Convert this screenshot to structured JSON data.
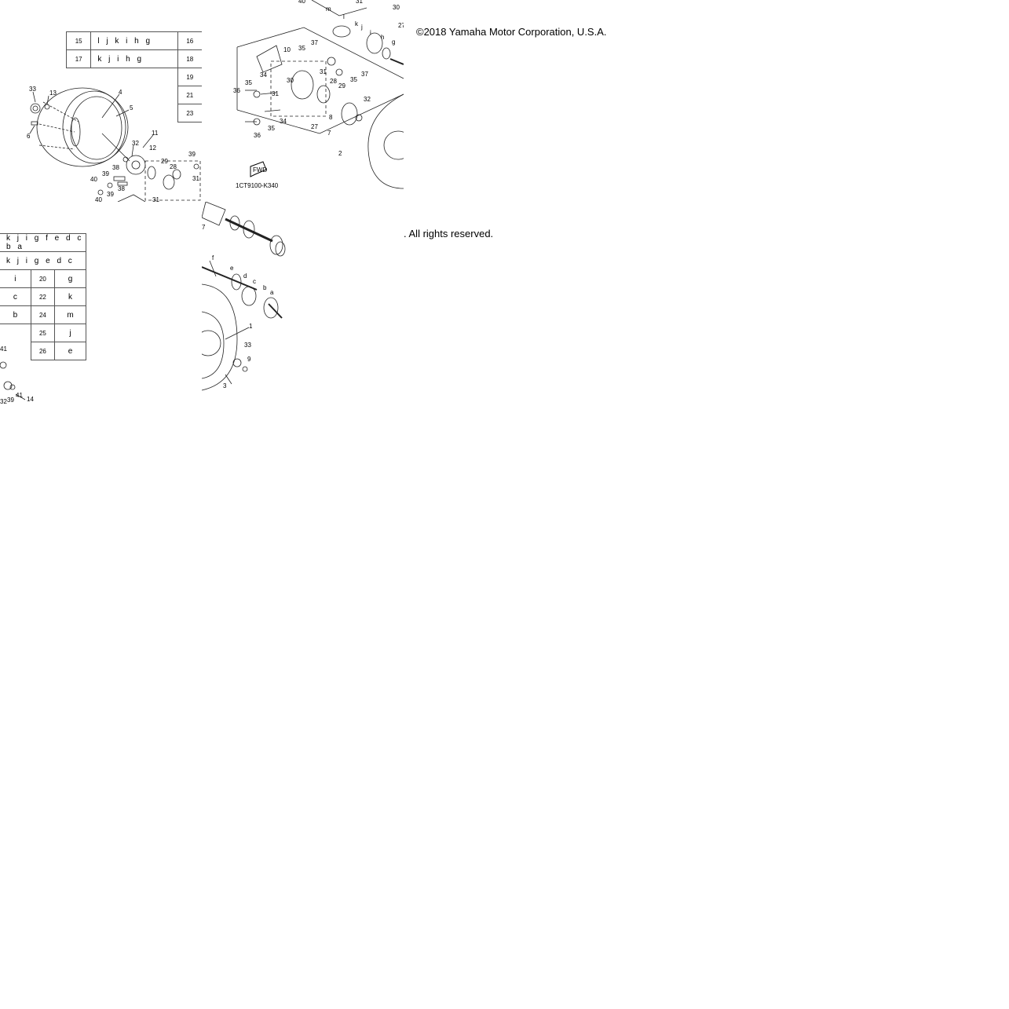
{
  "copyright_line1": "©2018 Yamaha Motor Corporation, U.S.A.",
  "copyright_line2": ". All rights reserved.",
  "diagram_code": "1CT9100-K340",
  "fwd_arrow_text": "FWD",
  "table_top": {
    "rows": [
      {
        "num": "15",
        "letters": "l j k i h g",
        "right": "16"
      },
      {
        "num": "17",
        "letters": "k j i h g",
        "right": "18"
      },
      {
        "right": "19"
      },
      {
        "right": "21"
      },
      {
        "right": "23"
      }
    ]
  },
  "table_left": {
    "rows": [
      {
        "letters": "k j i g f e d c b a"
      },
      {
        "letters": "k j i g e d c"
      },
      {
        "a": "i",
        "num": "20",
        "b": "g"
      },
      {
        "a": "c",
        "num": "22",
        "b": "k"
      },
      {
        "a": "b",
        "num": "24",
        "b": "m"
      },
      {
        "num": "25",
        "b": "j"
      },
      {
        "num": "26",
        "b": "e"
      }
    ]
  },
  "callouts": {
    "t1": [
      "33",
      "13",
      "4",
      "5",
      "6",
      "11",
      "12",
      "32",
      "39",
      "29",
      "28",
      "38",
      "38",
      "39",
      "40",
      "39",
      "40",
      "31",
      "31"
    ],
    "t2": [
      "40",
      "m",
      "l",
      "k",
      "j",
      "i",
      "h",
      "g",
      "31",
      "30",
      "27",
      "37",
      "35",
      "10",
      "34",
      "30",
      "31",
      "28",
      "29",
      "35",
      "37",
      "35",
      "36",
      "31",
      "32",
      "8",
      "34",
      "35",
      "7",
      "27",
      "36",
      "2"
    ],
    "t3": [
      "7",
      "f",
      "e",
      "d",
      "c",
      "b",
      "a",
      "1",
      "33",
      "9",
      "3"
    ],
    "t4": [
      "41",
      "41",
      "39",
      "32",
      "14"
    ]
  }
}
